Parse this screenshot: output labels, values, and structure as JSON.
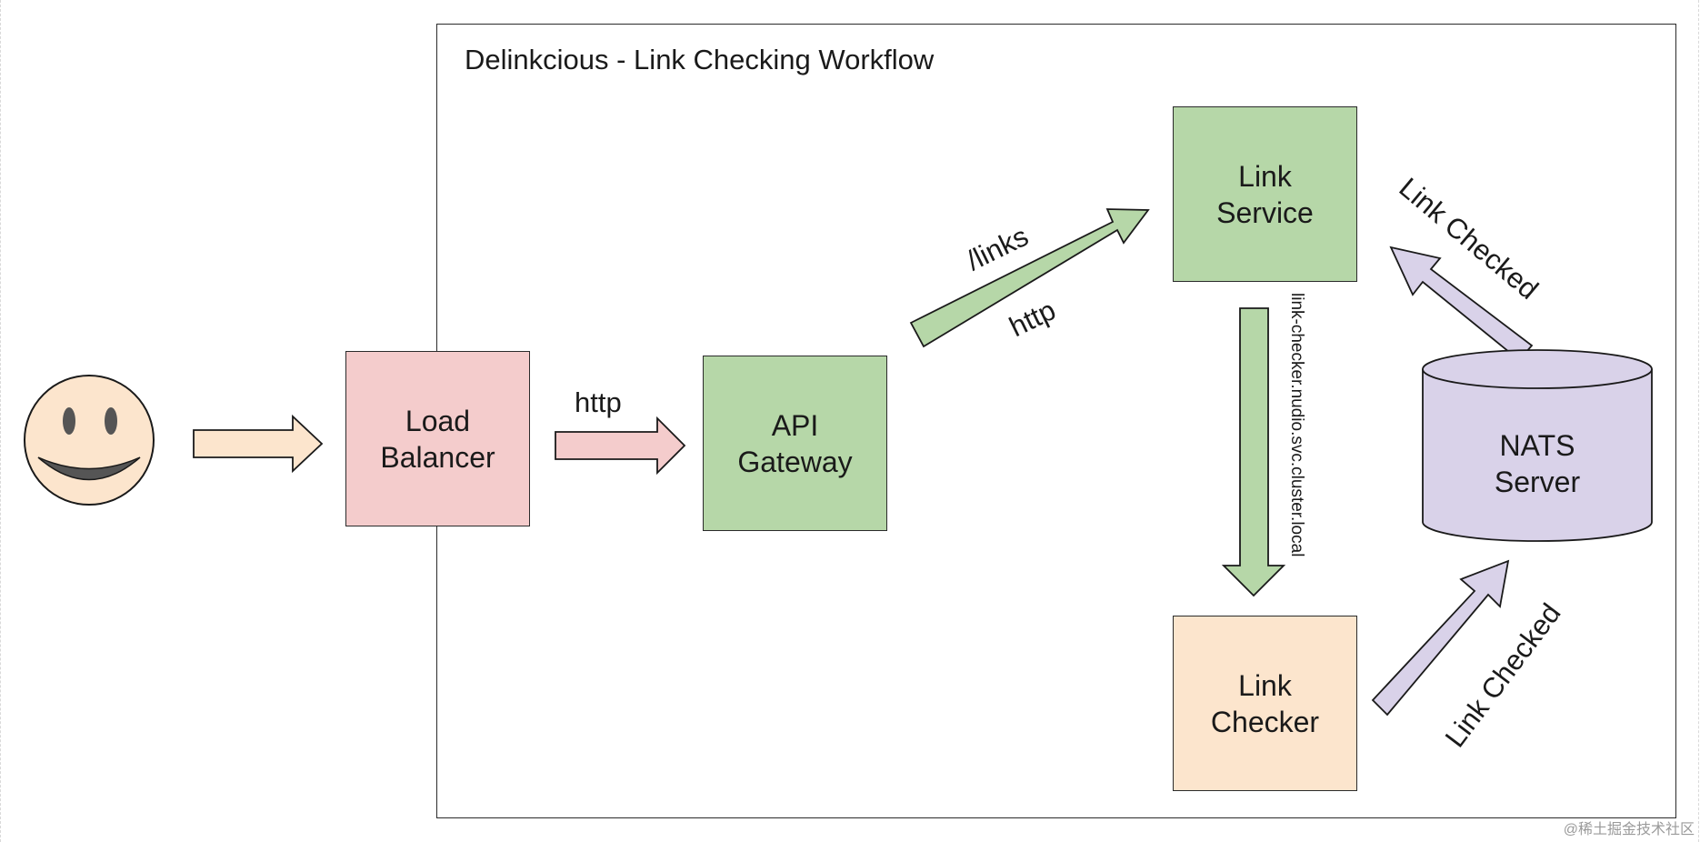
{
  "diagram": {
    "title": "Delinkcious - Link Checking Workflow",
    "nodes": {
      "load_balancer": {
        "line1": "Load",
        "line2": "Balancer",
        "fill": "#f4cccc"
      },
      "api_gateway": {
        "line1": "API",
        "line2": "Gateway",
        "fill": "#b6d7a8"
      },
      "link_service": {
        "line1": "Link",
        "line2": "Service",
        "fill": "#b6d7a8"
      },
      "link_checker": {
        "line1": "Link",
        "line2": "Checker",
        "fill": "#fce5cd"
      },
      "nats_server": {
        "line1": "NATS",
        "line2": "Server",
        "fill": "#d9d2e9"
      }
    },
    "edges": {
      "lb_to_gateway": "http",
      "gateway_to_service_top": "/links",
      "gateway_to_service_bottom": "http",
      "service_to_checker": "link-checker.nudio.svc.cluster.local",
      "checker_to_nats": "Link Checked",
      "nats_to_service": "Link Checked"
    },
    "colors": {
      "user_arrow": "#fce5cd",
      "http_arrow": "#f4cccc",
      "service_arrow": "#b6d7a8",
      "event_arrow": "#d9d2e9",
      "smiley_face": "#fce5cd"
    }
  },
  "watermark": "@稀土掘金技术社区"
}
